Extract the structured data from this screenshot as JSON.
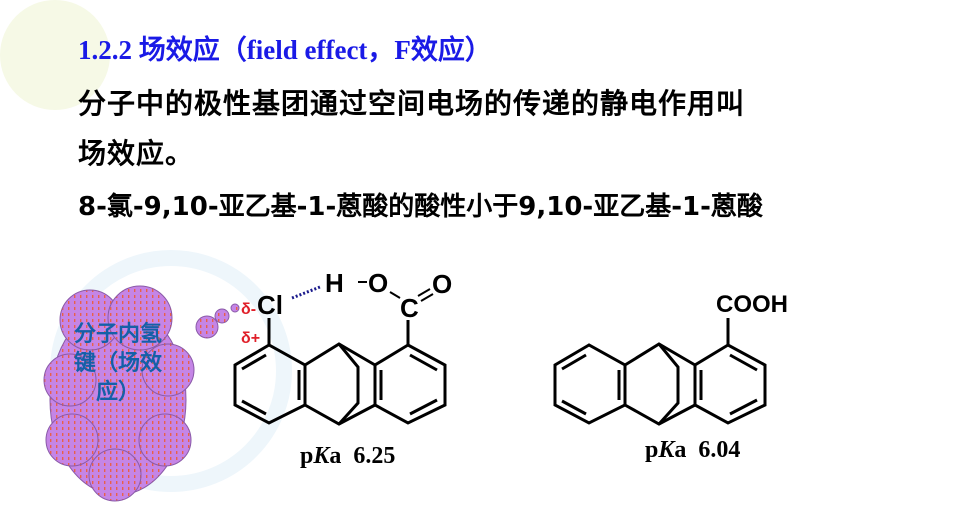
{
  "title": "1.2.2 场效应（field effect，F效应）",
  "definition_line1": "分子中的极性基团通过空间电场的传递的静电作用叫",
  "definition_line2": "场效应。",
  "comparison": "8-氯-9,10-亚乙基-1-蒽酸的酸性小于9,10-亚乙基-1-蒽酸",
  "callout": {
    "text": "分子内氢键（场效应）"
  },
  "molecule_left": {
    "labels": {
      "cl": "Cl",
      "h": "H",
      "o1": "O",
      "c": "C",
      "o2": "O",
      "delta_minus": "δ-",
      "delta_plus": "δ+"
    },
    "pka_prefix": "p",
    "pka_k": "K",
    "pka_a": "a",
    "pka_value": "6.25"
  },
  "molecule_right": {
    "labels": {
      "cooh": "COOH"
    },
    "pka_prefix": "p",
    "pka_k": "K",
    "pka_a": "a",
    "pka_value": "6.04"
  },
  "colors": {
    "title": "#1a1ae6",
    "delta": "#e0202a",
    "hbond": "#1a1a8c",
    "cloud": "#c585e6",
    "cloud_text": "#1560a8"
  }
}
